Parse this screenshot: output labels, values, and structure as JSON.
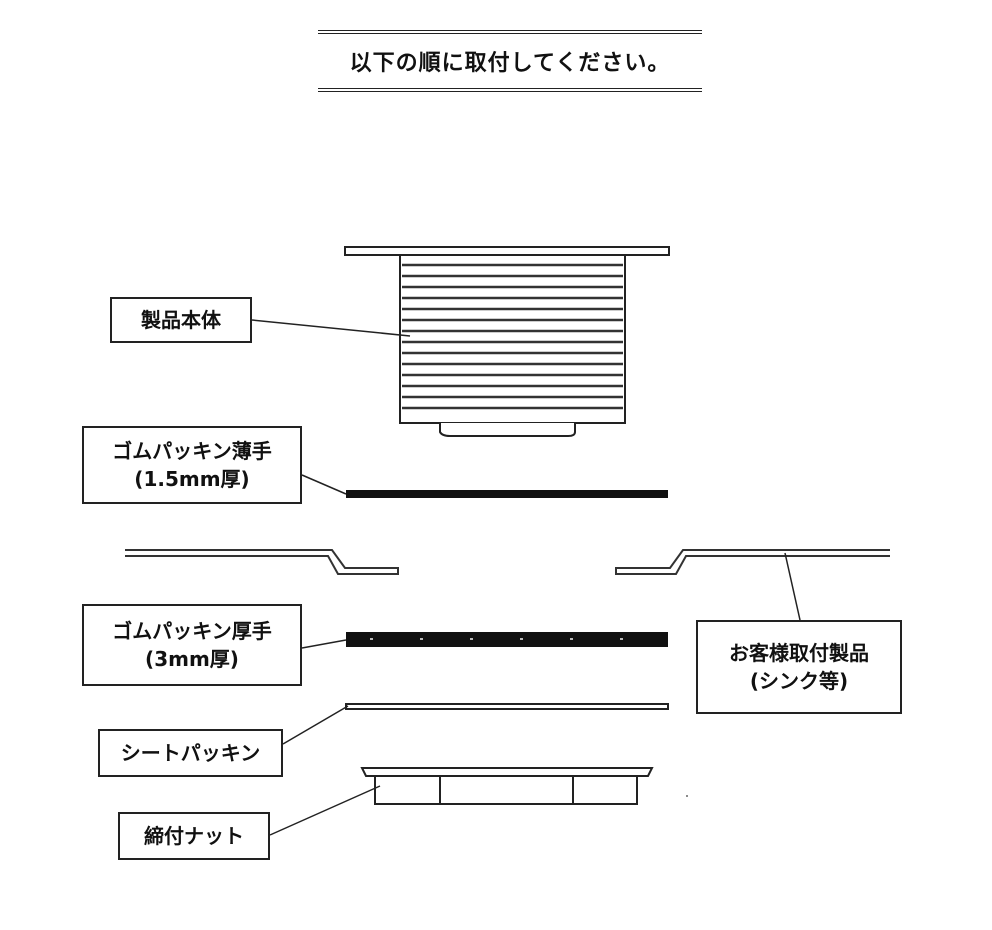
{
  "heading": "以下の順に取付してください。",
  "labels": {
    "body": "製品本体",
    "thin_gasket_line1": "ゴムパッキン薄手",
    "thin_gasket_line2": "(1.5mm厚)",
    "thick_gasket_line1": "ゴムパッキン厚手",
    "thick_gasket_line2": "(3mm厚)",
    "sheet_packing": "シートパッキン",
    "lock_nut": "締付ナット",
    "customer_line1": "お客様取付製品",
    "customer_line2": "(シンク等)"
  }
}
